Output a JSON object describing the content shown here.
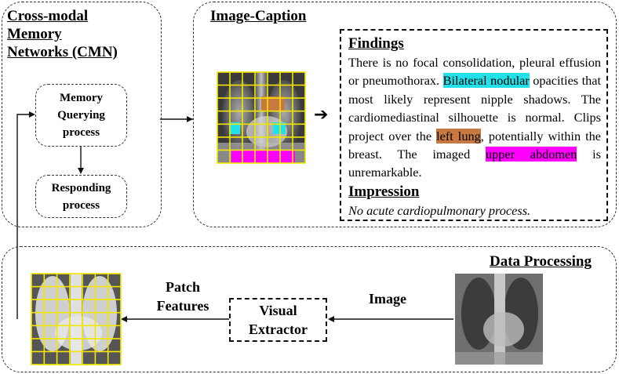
{
  "cmn": {
    "title_lines": [
      "Cross-modal",
      "Memory",
      "Networks (CMN)"
    ],
    "querying_lines": [
      "Memory",
      "Querying",
      "process"
    ],
    "responding_lines": [
      "Responding",
      "process"
    ]
  },
  "image_caption": {
    "title": "Image-Caption",
    "arrow": "➔",
    "findings_title": "Findings",
    "findings": [
      {
        "text": "There is no focal consolidation, pleural effusion or pneumothorax. "
      },
      {
        "text": "Bilateral nodular",
        "highlight": "#22e0e8"
      },
      {
        "text": " opacities that most likely represent nipple shadows. The cardiomediastinal silhouette is normal. Clips project over the "
      },
      {
        "text": "left lung",
        "highlight": "#c87941"
      },
      {
        "text": ", potentially within the breast. The imaged "
      },
      {
        "text": "upper abdomen",
        "highlight": "#ff00ff"
      },
      {
        "text": " is unremarkable."
      }
    ],
    "impression_title": "Impression",
    "impression": "No acute cardiopulmonary process."
  },
  "data_processing": {
    "title": "Data Processing",
    "image_label": "Image",
    "extractor_lines": [
      "Visual",
      "Extractor"
    ],
    "patch_lines": [
      "Patch",
      "Features"
    ]
  },
  "colors": {
    "grid": "#f2e600",
    "cyan": "#22e0e8",
    "orange": "#c87941",
    "magenta": "#ff00ff"
  }
}
